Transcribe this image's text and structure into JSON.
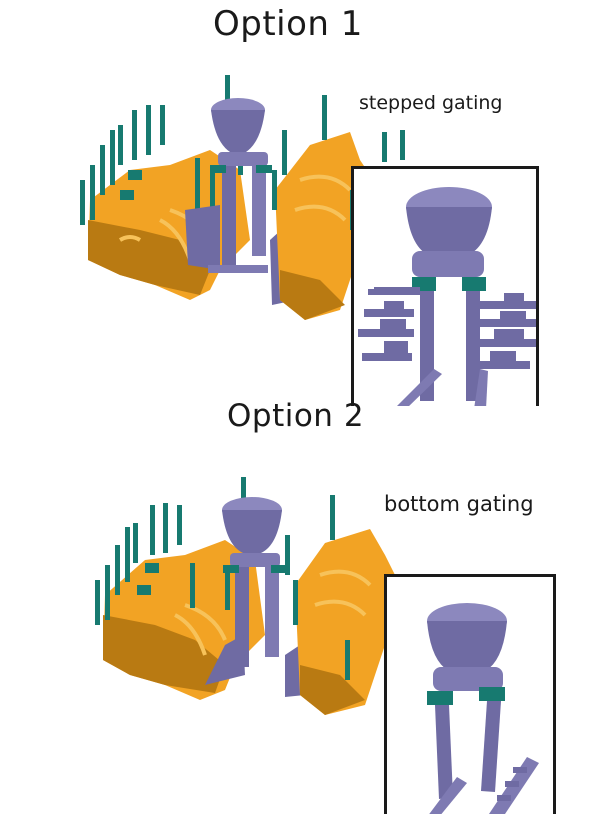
{
  "options": [
    {
      "title": "Option 1",
      "gating_label": "stepped gating",
      "inset": {
        "border_color": "#1a1a1a",
        "variant": "stepped"
      }
    },
    {
      "title": "Option 2",
      "gating_label": "bottom gating",
      "inset": {
        "border_color": "#1a1a1a",
        "variant": "bottom"
      }
    }
  ],
  "colors": {
    "casting_orange": "#F2A324",
    "casting_shadow": "#B97A12",
    "gating_purple": "#6F6BA3",
    "gating_light": "#8C88BE",
    "riser_teal": "#177A70",
    "text": "#1a1a1a"
  }
}
